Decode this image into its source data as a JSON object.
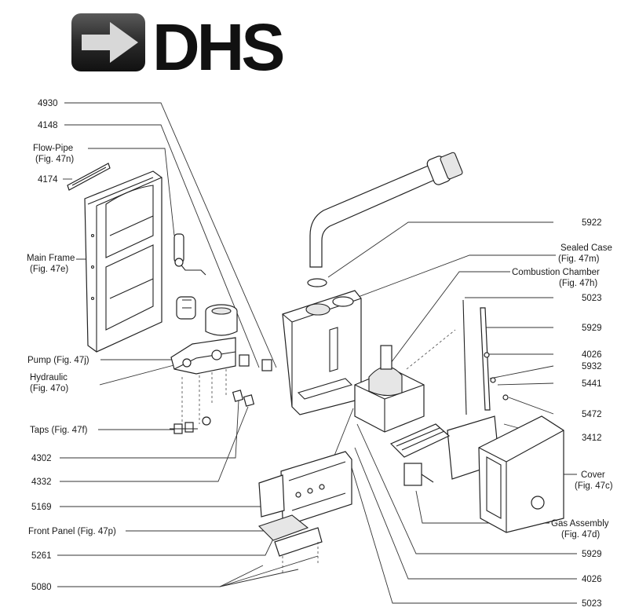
{
  "brand": {
    "name": "DHS"
  },
  "callouts": {
    "c4930": "4930",
    "c4148": "4148",
    "flow_pipe": "Flow-Pipe",
    "flow_pipe_fig": "(Fig. 47n)",
    "c4174": "4174",
    "main_frame": "Main Frame",
    "main_frame_fig": "(Fig. 47e)",
    "pump": "Pump (Fig. 47j)",
    "hydraulic": "Hydraulic",
    "hydraulic_fig": "(Fig. 47o)",
    "taps": "Taps (Fig. 47f)",
    "c4302": "4302",
    "c4332": "4332",
    "c5169": "5169",
    "front_panel": "Front Panel (Fig. 47p)",
    "c5261": "5261",
    "c5080": "5080",
    "c5922": "5922",
    "sealed_case": "Sealed Case",
    "sealed_case_fig": "(Fig. 47m)",
    "combustion_chamber": "Combustion Chamber",
    "combustion_chamber_fig": "(Fig. 47h)",
    "c5023_top": "5023",
    "c5929_top": "5929",
    "c4026_top": "4026",
    "c5932": "5932",
    "c5441": "5441",
    "c5472": "5472",
    "c3412": "3412",
    "cover": "Cover",
    "cover_fig": "(Fig. 47c)",
    "gas_assembly": "Gas Assembly",
    "gas_assembly_fig": "(Fig. 47d)",
    "c5929_bottom": "5929",
    "c4026_bottom": "4026",
    "c5023_bottom": "5023"
  }
}
